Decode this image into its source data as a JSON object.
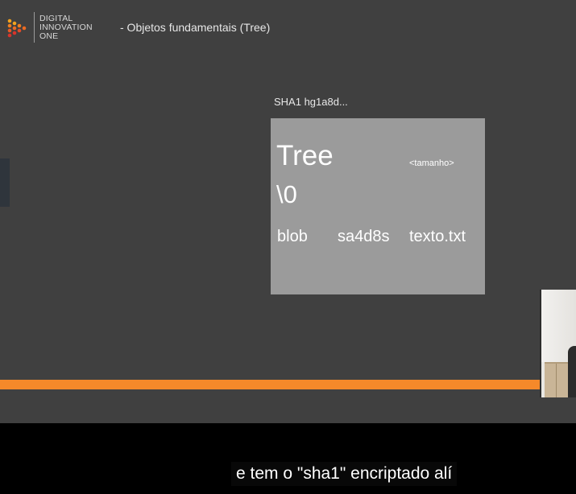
{
  "logo": {
    "line1": "DIGITAL",
    "line2": "INNOVATION",
    "line3": "ONE"
  },
  "slide": {
    "title": "- Objetos fundamentais (Tree)",
    "sha_label": "SHA1 hg1a8d...",
    "tree_box": {
      "title": "Tree",
      "size_label": "<tamanho>",
      "null_char": "\\0",
      "entry": {
        "type": "blob",
        "sha": "sa4d8s",
        "name": "texto.txt"
      }
    }
  },
  "caption": {
    "text": "e tem o \"sha1\" encriptado alí"
  },
  "colors": {
    "slide_background": "#404040",
    "box_background": "#9b9b9b",
    "accent_bar": "#f5892a",
    "caption_background": "#000000"
  }
}
